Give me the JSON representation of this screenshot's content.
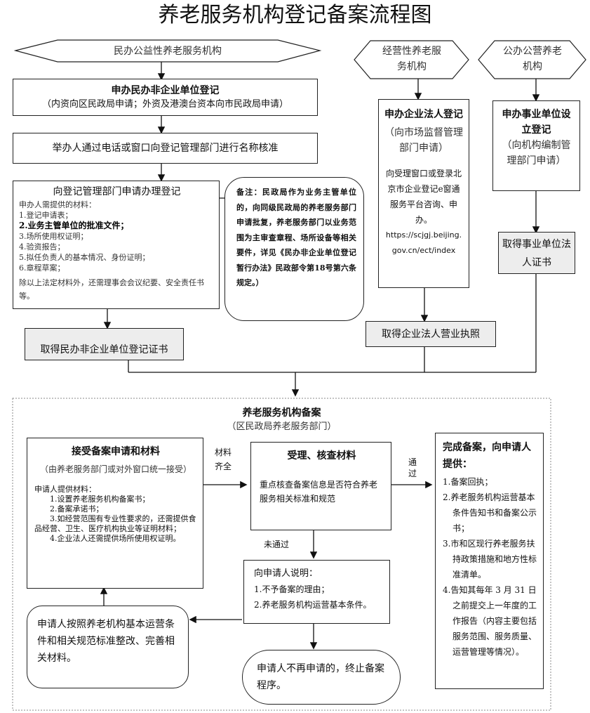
{
  "title": "养老服务机构登记备案流程图",
  "top": {
    "minban": "民办公益性养老服务机构",
    "jingying": "经营性养老服务机构",
    "gongban": "公办公营养老机构"
  },
  "left": {
    "reg_title": "申办民办非企业单位登记",
    "reg_sub": "（内资向区民政局申请；外资及港澳台资本向市民政局申请）",
    "name_check": "举办人通过电话或窗口向登记管理部门进行名称核准",
    "apply_title": "向登记管理部门申请办理登记",
    "apply_lines": [
      "申办人需提供的材料：",
      "1.登记申请表；",
      "2.业务主管单位的批准文件；",
      "3.场所使用权证明；",
      "4.验资报告；",
      "5.拟任负责人的基本情况、身份证明；",
      "6.章程草案；",
      "除以上法定材料外，还需理事会会议纪要、安全责任书等。"
    ],
    "result": "取得民办非企业单位登记证书"
  },
  "note": "备注：民政局作为业务主管单位的，向同级民政局的养老服务部门申请批复，养老服务部门以业务范围为主审查章程、场所设备等相关要件，详见《民办非企业单位登记暂行办法》民政部令第18号第六条规定。）",
  "mid": {
    "title": "申办企业法人登记",
    "sub": "（向市场监督管理部门申请）",
    "detail": "向受理窗口或登录北京市企业登记e窗通服务平台咨询、申办。",
    "url": "https://scjgj.beijing.gov.cn/ect/index",
    "result": "取得企业法人营业执照"
  },
  "right": {
    "title": "申办事业单位设立登记",
    "sub": "（向机构编制管理部门申请）",
    "result": "取得事业单位法人证书"
  },
  "filing": {
    "title": "养老服务机构备案",
    "sub": "（区民政局养老服务部门）",
    "accept_title": "接受备案申请和材料",
    "accept_sub": "（由养老服务部门或对外窗口统一接受）",
    "accept_lines": [
      "申请人提供材料：",
      "1.设置养老服务机构备案书；",
      "2.备案承诺书；",
      "3.如经营范围有专业性要求的，还需提供食品经营、卫生、医疗机构执业等证明材料；",
      "4.企业法人还需提供场所使用权证明。"
    ],
    "label_complete1": "材料",
    "label_complete2": "齐全",
    "review_title": "受理、核查材料",
    "review_text": "重点核查备案信息是否符合养老服务相关标准和规范",
    "label_pass1": "通",
    "label_pass2": "过",
    "label_fail": "未通过",
    "explain_title": "向申请人说明：",
    "explain_lines": [
      "1.不予备案的理由；",
      "2.养老服务机构运营基本条件。"
    ],
    "revise": "申请人按照养老机构基本运营条件和相关规范标准整改、完善相关材料。",
    "terminate": "申请人不再申请的，终止备案程序。",
    "done_title": "完成备案，向申请人提供：",
    "done_lines": [
      "1.备案回执；",
      "2.养老服务机构运营基本条件告知书和备案公示书；",
      "3.市和区现行养老服务扶持政策措施和地方性标准清单。",
      "4.告知其每年 3 月 31 日之前提交上一年度的工作报告（内容主要包括服务范围、服务质量、运营管理等情况）。"
    ]
  }
}
